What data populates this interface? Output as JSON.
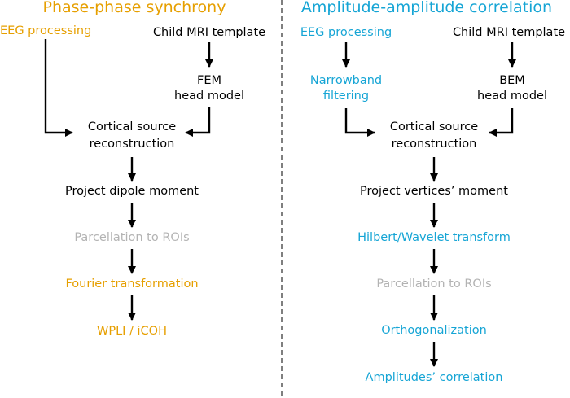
{
  "colors": {
    "orange": "#e69f00",
    "cyan": "#16a5d5",
    "black": "#000000",
    "gray": "#b3b3b3",
    "divider": "#555555"
  },
  "left": {
    "title": "Phase-phase synchrony",
    "eeg": "EEG processing",
    "mri": "Child MRI template",
    "head_model_1": "FEM",
    "head_model_2": "head model",
    "cortical_1": "Cortical source",
    "cortical_2": "reconstruction",
    "project": "Project dipole moment",
    "parcellation": "Parcellation to ROIs",
    "fourier": "Fourier transformation",
    "final": "WPLI / iCOH"
  },
  "right": {
    "title": "Amplitude-amplitude correlation",
    "eeg": "EEG processing",
    "mri": "Child MRI template",
    "filter_1": "Narrowband",
    "filter_2": "filtering",
    "head_model_1": "BEM",
    "head_model_2": "head model",
    "cortical_1": "Cortical source",
    "cortical_2": "reconstruction",
    "project": "Project vertices’ moment",
    "hilbert": "Hilbert/Wavelet transform",
    "parcellation": "Parcellation to ROIs",
    "orth": "Orthogonalization",
    "final": "Amplitudes’ correlation"
  }
}
